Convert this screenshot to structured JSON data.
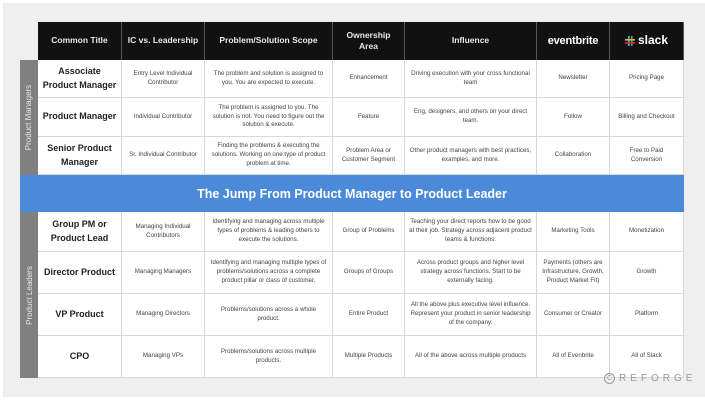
{
  "headers": {
    "title": "Common Title",
    "ic": "IC vs. Leadership",
    "scope": "Problem/Solution Scope",
    "ownership": "Ownership Area",
    "influence": "Influence",
    "eventbrite": "eventbrite",
    "slack": "slack"
  },
  "groups": {
    "managers": "Product Managers",
    "leaders": "Product Leaders"
  },
  "band": "The Jump From Product Manager to Product Leader",
  "rows": [
    {
      "title": "Associate Product Manager",
      "ic": "Entry Level Individual Contributor",
      "scope": "The problem and solution is assigned to you. You are expected to execute.",
      "ownership": "Enhancement",
      "influence": "Driving execution with your cross functional team",
      "eventbrite": "Newsletter",
      "slack": "Pricing Page"
    },
    {
      "title": "Product Manager",
      "ic": "Individual Contributor",
      "scope": "The problem is assigned to you. The solution is not. You need to figure out the solution & execute.",
      "ownership": "Feature",
      "influence": "Eng, designers, and others on your direct team.",
      "eventbrite": "Follow",
      "slack": "Billing and Checkout"
    },
    {
      "title": "Senior Product Manager",
      "ic": "Sr. Individual Contributor",
      "scope": "Finding the problems & executing the solutions. Working on one type of product problem at time.",
      "ownership": "Problem Area or Customer Segment",
      "influence": "Other product managers with best practices, examples, and more.",
      "eventbrite": "Collaboration",
      "slack": "Free to Paid Conversion"
    },
    {
      "title": "Group PM or Product Lead",
      "ic": "Managing Individual Contributors",
      "scope": "Identifying and managing across multiple types of problems & leading others to execute the solutions.",
      "ownership": "Group of Problems",
      "influence": "Teaching your direct reports how to be good at their job. Strategy across adjacent product teams & functions.",
      "eventbrite": "Marketing Tools",
      "slack": "Monetization"
    },
    {
      "title": "Director Product",
      "ic": "Managing Managers",
      "scope": "Identifying and managing multiple types of problems/solutions across a complete product pillar or class of customer.",
      "ownership": "Groups of Groups",
      "influence": "Across product groups and higher level strategy across functions. Start to be externally facing.",
      "eventbrite": "Payments (others are Infrastructure, Growth, Product Market Fit)",
      "slack": "Growth"
    },
    {
      "title": "VP Product",
      "ic": "Managing Directors",
      "scope": "Problems/solutions across a whole product.",
      "ownership": "Entire Product",
      "influence": "All the above plus executive level influence. Represent your product in senior leadership of the company.",
      "eventbrite": "Consumer or Creator",
      "slack": "Platform"
    },
    {
      "title": "CPO",
      "ic": "Managing VPs",
      "scope": "Problems/solutions across multiple products.",
      "ownership": "Multiple Products",
      "influence": "All of the above across multiple products",
      "eventbrite": "All of Evenbrite",
      "slack": "All of Slack"
    }
  ],
  "watermark": "REFORGE",
  "colors": {
    "band": "#4a8ad8",
    "header": "#111111",
    "side": "#808080"
  }
}
